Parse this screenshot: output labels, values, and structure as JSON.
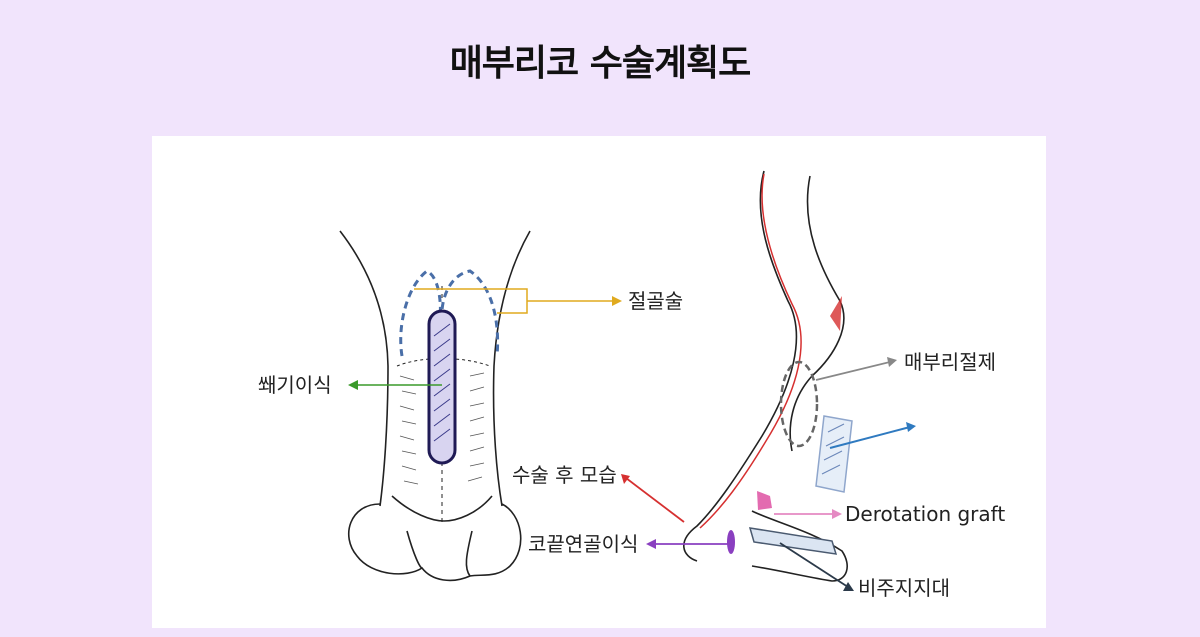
{
  "header": {
    "title": "매부리코 수술계획도"
  },
  "labels": {
    "osteotomy": "절골술",
    "wedge_graft": "쐐기이식",
    "postop_contour": "수술 후 모습",
    "tip_cartilage_graft": "코끝연골이식",
    "hump_resection": "매부리절제",
    "derotation_graft": "Derotation graft",
    "columella_strut": "비주지지대"
  },
  "colors": {
    "osteotomy": "#e0aa1f",
    "wedge_graft": "#3a9a2a",
    "postop_contour": "#d63030",
    "tip_cartilage_graft": "#8a3fc0",
    "hump_resection": "#888888",
    "derotation_graft": "#e58ac3",
    "columella_strut": "#2b3a4a",
    "graft_direction": "#2f7ac0",
    "dashed_outline": "#4a6fa8",
    "background": "#f1e4fc"
  }
}
